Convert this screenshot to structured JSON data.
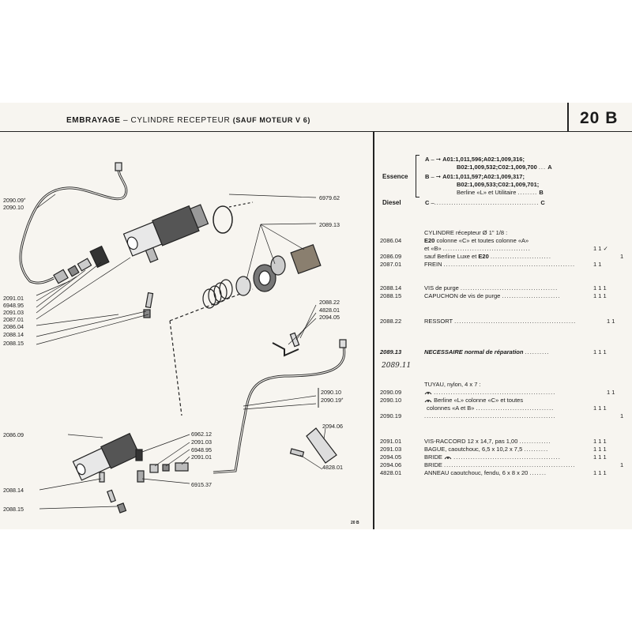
{
  "header": {
    "title_main": "EMBRAYAGE",
    "title_sep": " – ",
    "title_sub": "CYLINDRE RECEPTEUR",
    "title_qualifier": "(SAUF MOTEUR V 6)",
    "page_number": "20 B"
  },
  "footer": {
    "page_ref": "20 B"
  },
  "diagram": {
    "callouts_left": [
      {
        "label": "2090.09",
        "star": "*"
      },
      {
        "label": "2090.10",
        "star": ""
      },
      {
        "label": "2091.01",
        "star": ""
      },
      {
        "label": "6948.95",
        "star": ""
      },
      {
        "label": "2091.03",
        "star": ""
      },
      {
        "label": "2087.01",
        "star": ""
      },
      {
        "label": "2086.04",
        "star": ""
      },
      {
        "label": "2088.14",
        "star": ""
      },
      {
        "label": "2088.15",
        "star": ""
      },
      {
        "label": "2086.09",
        "star": ""
      },
      {
        "label": "2088.14",
        "star": ""
      },
      {
        "label": "2088.15",
        "star": ""
      }
    ],
    "callouts_right": [
      {
        "label": "6979.62",
        "star": ""
      },
      {
        "label": "2089.13",
        "star": ""
      },
      {
        "label": "2088.22",
        "star": ""
      },
      {
        "label": "4828.01",
        "star": ""
      },
      {
        "label": "2094.05",
        "star": ""
      },
      {
        "label": "2090.10",
        "star": ""
      },
      {
        "label": "2090.19",
        "star": "*"
      },
      {
        "label": "2094.06",
        "star": ""
      },
      {
        "label": "4828.01",
        "star": ""
      }
    ],
    "callouts_bottom": [
      {
        "label": "6962.12"
      },
      {
        "label": "2091.03"
      },
      {
        "label": "6948.95"
      },
      {
        "label": "2091.01"
      },
      {
        "label": "6915.37"
      }
    ]
  },
  "legend": {
    "essence_label": "Essence",
    "diesel_label": "Diesel",
    "rows": [
      {
        "key": "A",
        "arrow": "–  ➞",
        "text_html": "A01:1,011,596;A02:1,009,316;"
      },
      {
        "key": "",
        "arrow": "",
        "text_html": "B02:1,009,532;C02:1,009,700"
      },
      {
        "key": "B",
        "arrow": "–  ➞",
        "text_html": "A01:1,011,597;A02:1,009,317;"
      },
      {
        "key": "",
        "arrow": "",
        "text_html": "B02:1,009,533;C02:1,009,701;"
      },
      {
        "key": "",
        "arrow": "",
        "text_html": "Berline «L» et Utilitaire"
      },
      {
        "key": "C",
        "arrow": "–",
        "text_html": ""
      }
    ],
    "row_tags": [
      "A",
      "B",
      "C"
    ],
    "dots_a": "...",
    "dots_b": "........",
    "dots_c": "..........................................."
  },
  "parts": [
    {
      "ref": "",
      "desc": "CYLINDRE récepteur Ø 1\" 1/8 :",
      "marks": ""
    },
    {
      "ref": "2086.04",
      "desc_bold": "E20",
      "desc": " colonne «C» et toutes colonne «A»",
      "marks": ""
    },
    {
      "ref": "",
      "desc": "et «B»",
      "dots": "....................................",
      "marks": "1  1  ✓"
    },
    {
      "ref": "2086.09",
      "desc": "sauf Berline Luxe et ",
      "desc_bold2": "E20",
      "dots": ".........................",
      "marks": "1"
    },
    {
      "ref": "2087.01",
      "desc": "FREIN",
      "dots": "......................................................",
      "marks": "1  1"
    },
    {
      "ref": "2088.14",
      "desc": "VIS de purge",
      "dots": "........................................",
      "marks": "1  1  1"
    },
    {
      "ref": "2088.15",
      "desc": "CAPUCHON de vis de purge",
      "dots": "........................",
      "marks": "1  1  1"
    },
    {
      "ref": "2088.22",
      "desc": "RESSORT",
      "dots": "..................................................",
      "marks": "1  1"
    },
    {
      "ref": "2089.13",
      "desc": "NECESSAIRE normal de réparation",
      "dots": "..........",
      "marks": "1  1  1",
      "bold": true
    },
    {
      "ref": "",
      "desc": "TUYAU, nylon, 4 x 7 :",
      "marks": ""
    },
    {
      "ref": "2090.09",
      "desc": "",
      "dots": "..................................................",
      "marks": "1  1"
    },
    {
      "ref": "2090.10",
      "desc": "Berline «L» colonne «C» et toutes",
      "marks": ""
    },
    {
      "ref": "",
      "desc": "colonnes «A et B»",
      "dots": "................................",
      "marks": "1  1  1"
    },
    {
      "ref": "2090.19",
      "desc": "",
      "dots": "......................................................",
      "marks": "1"
    },
    {
      "ref": "2091.01",
      "desc": "VIS-RACCORD 12 x 14,7, pas 1,00",
      "dots": ".............",
      "marks": "1  1  1"
    },
    {
      "ref": "2091.03",
      "desc": "BAGUE, caoutchouc, 6,5 x 10,2 x 7,5",
      "dots": "..........",
      "marks": "1  1  1"
    },
    {
      "ref": "2094.05",
      "desc": "BRIDE",
      "dots": "............................................",
      "marks": "1  1  1"
    },
    {
      "ref": "2094.06",
      "desc": "BRIDE",
      "dots": "......................................................",
      "marks": "1"
    },
    {
      "ref": "4828.01",
      "desc": "ANNEAU caoutchouc, fendu, 6 x 8 x 20",
      "dots": ".......",
      "marks": "1  1  1"
    }
  ],
  "handwritten": {
    "note": "2089.11"
  }
}
